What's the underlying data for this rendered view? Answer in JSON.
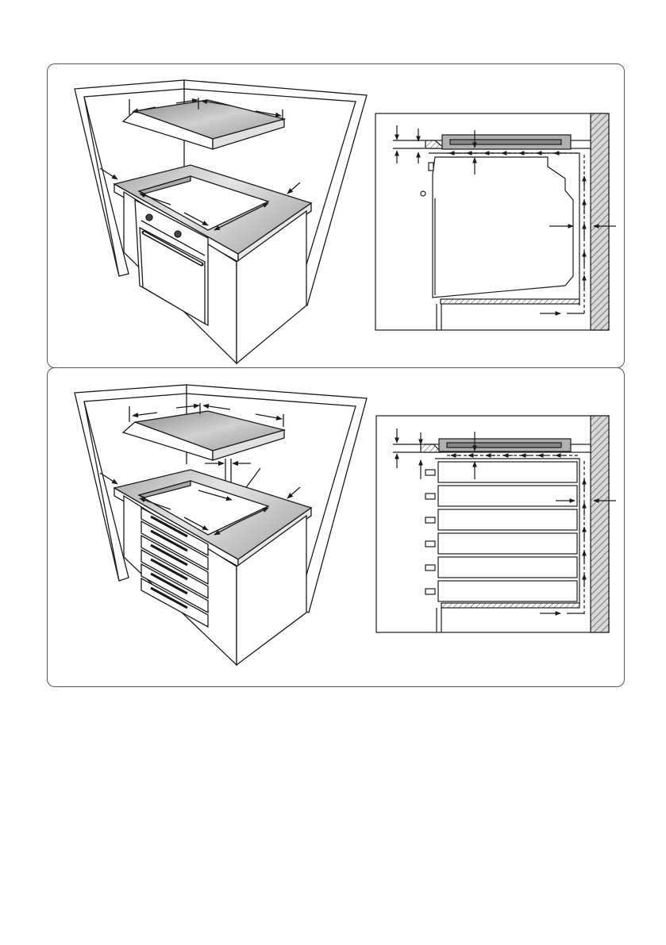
{
  "figure": {
    "panels": [
      {
        "id": "top",
        "appliance": "oven"
      },
      {
        "id": "bottom",
        "appliance": "drawers",
        "drawer_count": 6
      }
    ],
    "colors": {
      "line": "#1a1a1a",
      "panel_border": "#555555",
      "hob_fill": "#b9b9b9",
      "worktop_fill": "#cfcfcf",
      "wall_hatch": "#888888"
    }
  }
}
